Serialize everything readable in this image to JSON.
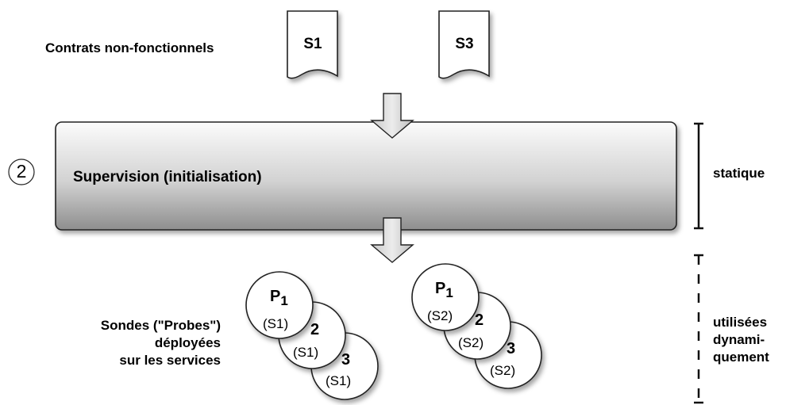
{
  "contracts": {
    "label": "Contrats non-fonctionnels",
    "documents": [
      "S1",
      "S3"
    ]
  },
  "step": {
    "number": "2"
  },
  "supervision": {
    "label": "Supervision (initialisation)"
  },
  "phases": {
    "static": "statique",
    "dynamic": [
      "utilisées",
      "dynami-",
      "quement"
    ]
  },
  "probes": {
    "label_lines": [
      "Sondes (\"Probes\")",
      "déployées",
      "sur les services"
    ],
    "groups": [
      {
        "items": [
          {
            "id": "P",
            "sub": "1",
            "service": "(S1)"
          },
          {
            "id": "2",
            "service": "(S1)"
          },
          {
            "id": "3",
            "service": "(S1)"
          }
        ]
      },
      {
        "items": [
          {
            "id": "P",
            "sub": "1",
            "service": "(S2)"
          },
          {
            "id": "2",
            "service": "(S2)"
          },
          {
            "id": "3",
            "service": "(S2)"
          }
        ]
      }
    ]
  },
  "colors": {
    "box_top": "#ffffff",
    "box_bottom": "#8e8e8e",
    "arrow_fill": "#d6d6d6",
    "stroke": "#222222"
  }
}
